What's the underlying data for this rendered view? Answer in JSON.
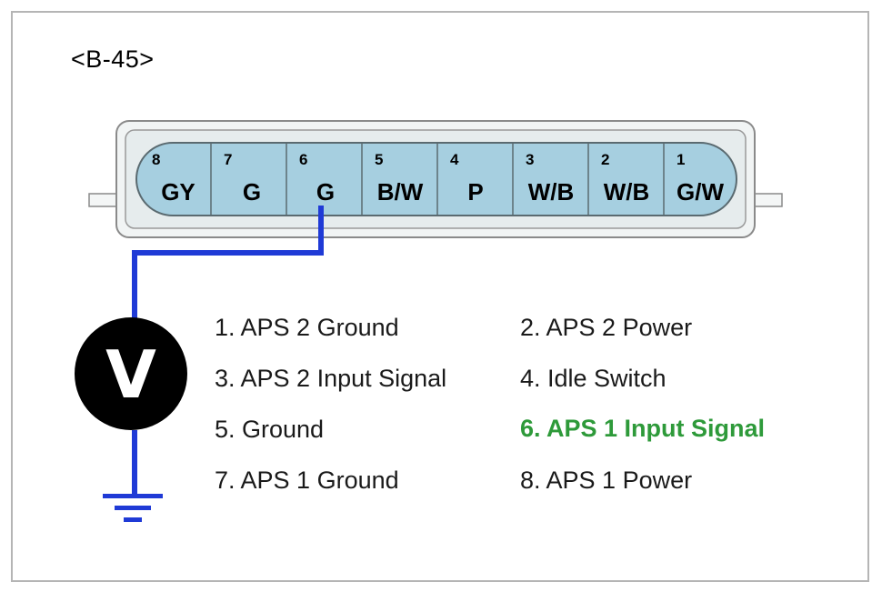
{
  "connector": {
    "id": "<B-45>",
    "pins": [
      {
        "num": "8",
        "color": "GY"
      },
      {
        "num": "7",
        "color": "G"
      },
      {
        "num": "6",
        "color": "G"
      },
      {
        "num": "5",
        "color": "B/W"
      },
      {
        "num": "4",
        "color": "P"
      },
      {
        "num": "3",
        "color": "W/B"
      },
      {
        "num": "2",
        "color": "W/B"
      },
      {
        "num": "1",
        "color": "G/W"
      }
    ]
  },
  "meter": {
    "letter": "V"
  },
  "legend": {
    "item1": "1. APS 2 Ground",
    "item2": "2. APS 2 Power",
    "item3": "3. APS 2 Input Signal",
    "item4": "4. Idle Switch",
    "item5": "5. Ground",
    "item6": "6. APS 1 Input Signal",
    "item7": "7. APS 1 Ground",
    "item8": "8. APS 1 Power"
  },
  "colors": {
    "wire": "#1f3ad6",
    "highlight": "#2e9a3a",
    "pin_fill": "#a6cfe0"
  }
}
